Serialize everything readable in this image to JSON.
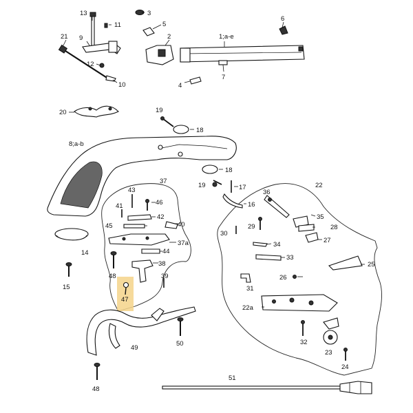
{
  "diagram": {
    "highlight_color": "#f4d48a",
    "highlighted_part": "47",
    "labels": {
      "p13": "13",
      "p3": "3",
      "p11": "11",
      "p5": "5",
      "p6": "6",
      "p21": "21",
      "p9": "9",
      "p2": "2",
      "p1ae": "1;a-e",
      "p12": "12",
      "p10": "10",
      "p4": "4",
      "p7": "7",
      "p20": "20",
      "p19a": "19",
      "p18a": "18",
      "p8ab": "8;a-b",
      "p18b": "18",
      "p19b": "19",
      "p17": "17",
      "p37": "37",
      "p43": "43",
      "p41": "41",
      "p46": "46",
      "p42": "42",
      "p40": "40",
      "p45": "45",
      "p37a": "37a",
      "p44": "44",
      "p38": "38",
      "p48a": "48",
      "p39": "39",
      "p47": "47",
      "p14": "14",
      "p15": "15",
      "p36": "36",
      "p22": "22",
      "p16": "16",
      "p35": "35",
      "p29": "29",
      "p28": "28",
      "p30": "30",
      "p27": "27",
      "p34": "34",
      "p33": "33",
      "p25": "25",
      "p26": "26",
      "p31": "31",
      "p22a": "22a",
      "p32": "32",
      "p23": "23",
      "p24": "24",
      "p49": "49",
      "p50": "50",
      "p48b": "48",
      "p51": "51"
    }
  }
}
